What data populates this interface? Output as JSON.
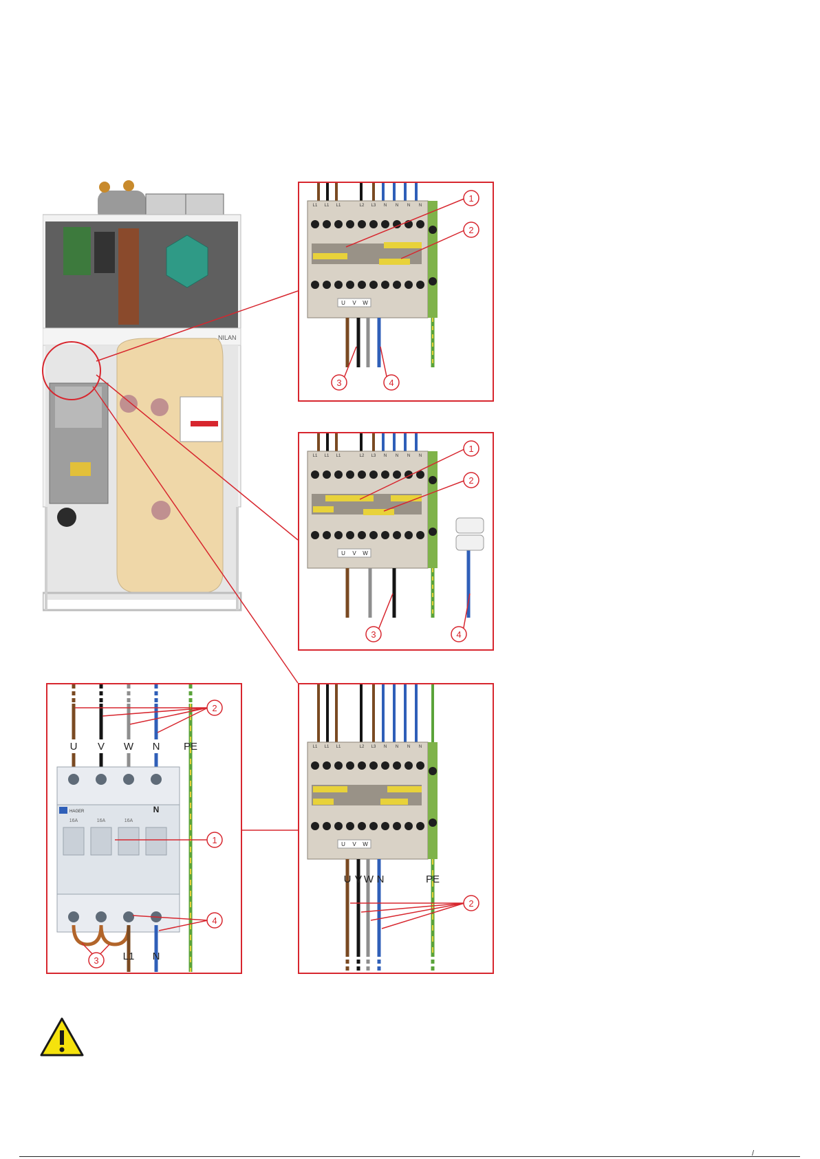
{
  "brand": "NILAN",
  "panels": {
    "top": {
      "terminal_labels_top": [
        "L1",
        "L1",
        "L1",
        "L2",
        "L3",
        "N",
        "N",
        "N",
        "N"
      ],
      "terminal_labels_bottom": [
        "U",
        "V",
        "W"
      ],
      "callouts": [
        "1",
        "2",
        "3",
        "4"
      ]
    },
    "middle": {
      "terminal_labels_top": [
        "L1",
        "L1",
        "L1",
        "L2",
        "L3",
        "N",
        "N",
        "N",
        "N"
      ],
      "terminal_labels_bottom": [
        "U",
        "V",
        "W"
      ],
      "callouts": [
        "1",
        "2",
        "3",
        "4"
      ]
    },
    "bottom_left": {
      "wire_labels": [
        "U",
        "V",
        "W",
        "N",
        "PE"
      ],
      "breaker_top_label": "N",
      "breaker_brand": "HAGER",
      "breaker_ratings": [
        "16A",
        "16A",
        "16A"
      ],
      "out_labels": [
        "L1",
        "N"
      ],
      "callouts": [
        "2",
        "1",
        "4",
        "3"
      ]
    },
    "bottom_right": {
      "terminal_labels_top": [
        "L1",
        "L1",
        "L1",
        "L2",
        "L3",
        "N",
        "N",
        "N",
        "N"
      ],
      "terminal_labels_bottom": [
        "U",
        "V",
        "W"
      ],
      "wire_labels": [
        "U",
        "V",
        "W",
        "N",
        "PE"
      ],
      "callouts": [
        "2"
      ]
    }
  },
  "colors": {
    "frame_red": "#d7262e",
    "wire_brown": "#7a4a22",
    "wire_black": "#151515",
    "wire_grey": "#8e8e8e",
    "wire_blue": "#2f5fb8",
    "wire_green": "#5aa33a",
    "wire_yellow": "#e8d23a",
    "tank": "#efd7a8",
    "hex": "#2f9a86"
  },
  "icons": [
    "warning-icon"
  ]
}
